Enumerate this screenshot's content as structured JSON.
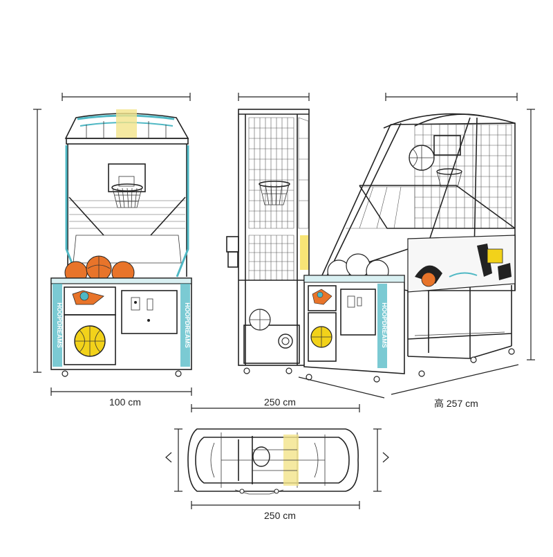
{
  "brand_text": "HOOPDREAMS",
  "dimensions": {
    "front_width": "100 cm",
    "side_depth": "250 cm",
    "perspective_height": "高 257 cm",
    "top_length": "250 cm"
  },
  "colors": {
    "teal": "#4fb8c4",
    "ball_orange": "#e8742a",
    "ball_yellow": "#f2d21a",
    "accent_yellow": "#f3e38a",
    "line": "#222222"
  }
}
